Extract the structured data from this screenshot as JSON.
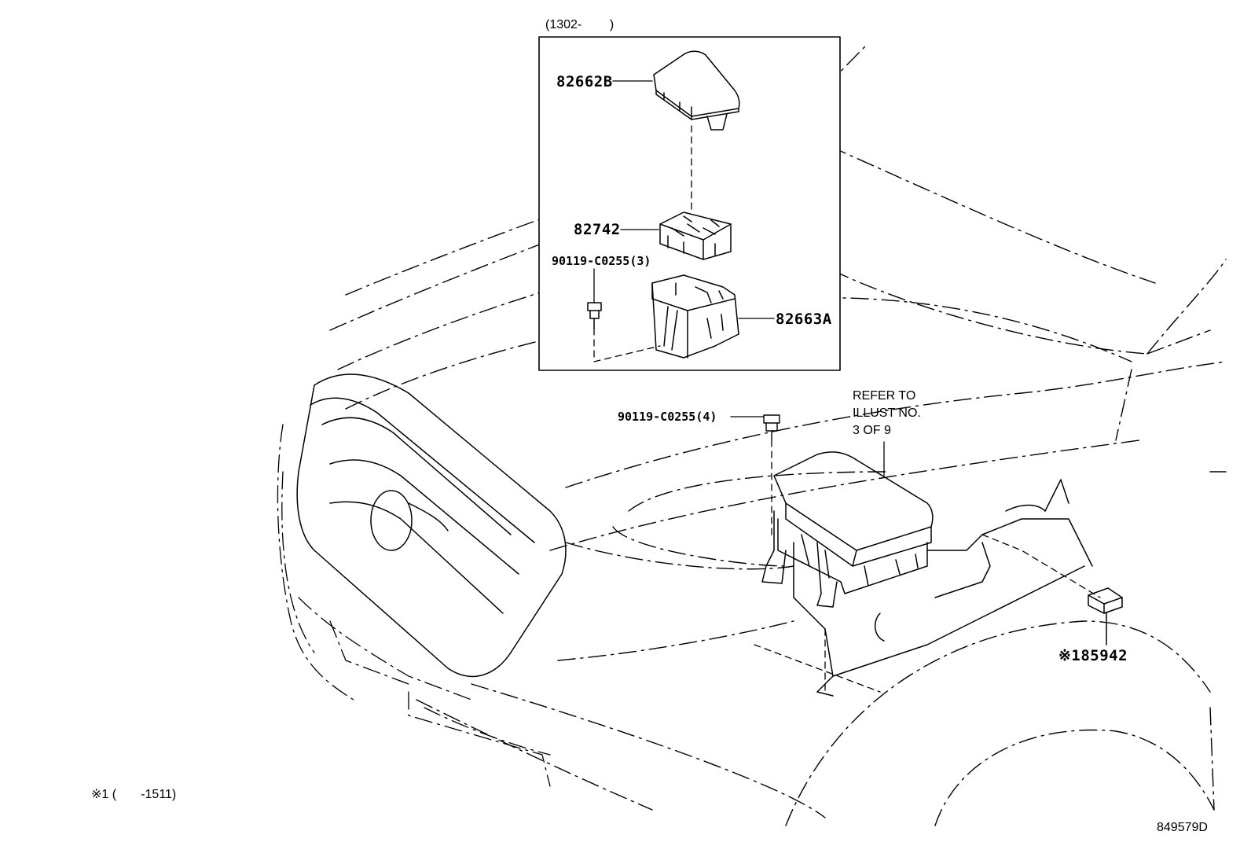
{
  "inset": {
    "header": "(1302-        )"
  },
  "parts": {
    "cover": "82662B",
    "block": "82742",
    "bolt_inset": "90119-C0255(3)",
    "case": "82663A",
    "bolt_main": "90119-C0255(4)",
    "relay": "※185942"
  },
  "refer": {
    "line1": "REFER TO",
    "line2": "ILLUST NO.",
    "line3": "3 OF 9"
  },
  "footnote": "※1 (       -1511)",
  "illustration_code": "849579D"
}
